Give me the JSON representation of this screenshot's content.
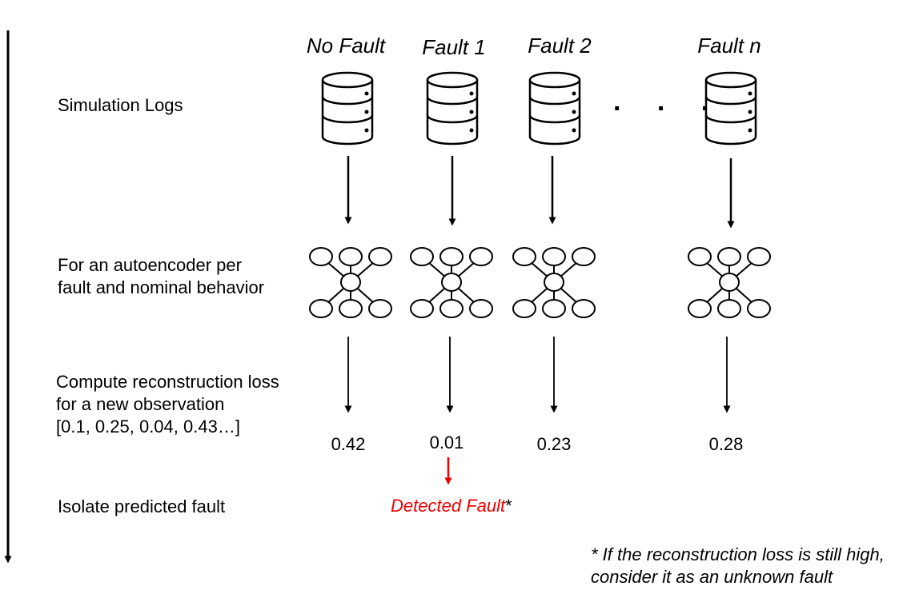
{
  "columns": [
    {
      "header": "No Fault",
      "loss": "0.42"
    },
    {
      "header": "Fault 1",
      "loss": "0.01"
    },
    {
      "header": "Fault 2",
      "loss": "0.23"
    },
    {
      "header": "Fault n",
      "loss": "0.28"
    }
  ],
  "ellipsis": ". . .",
  "steps": {
    "simulation_logs": "Simulation Logs",
    "autoencoder_line1": "For an autoencoder per",
    "autoencoder_line2": "fault and nominal behavior",
    "compute_line1": "Compute reconstruction loss",
    "compute_line2": "for a new observation",
    "compute_line3": "[0.1, 0.25, 0.04, 0.43…]",
    "isolate": "Isolate predicted fault"
  },
  "detected": {
    "label": "Detected Fault",
    "marker": "*",
    "color": "#ee0000"
  },
  "footnote": {
    "line1": "* If the reconstruction loss is still high,",
    "line2": "consider it as an unknown fault"
  }
}
